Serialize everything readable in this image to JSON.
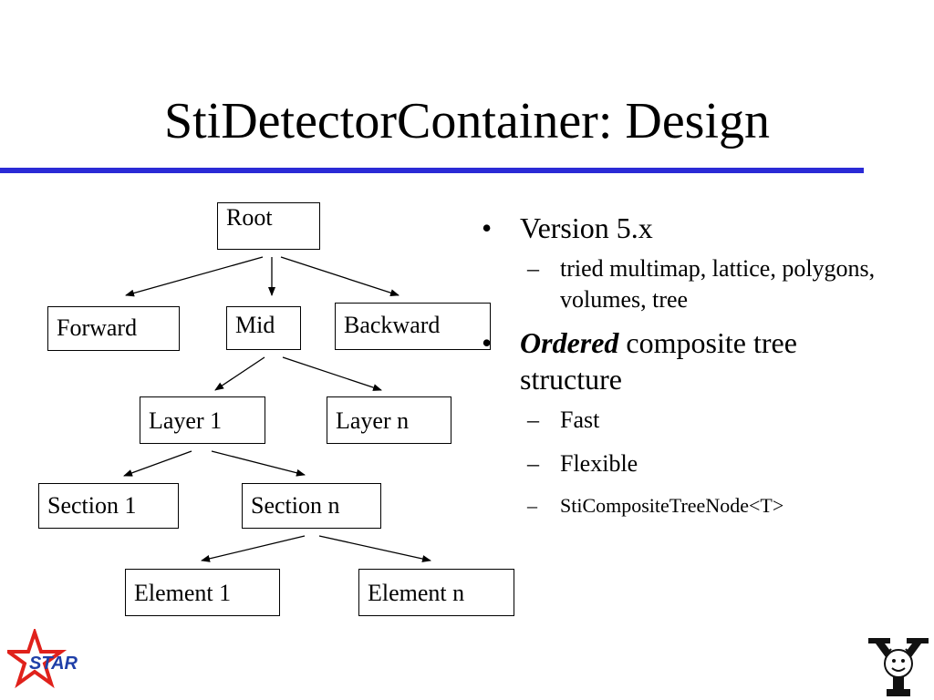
{
  "slide": {
    "title": "StiDetectorContainer: Design"
  },
  "diagram": {
    "nodes": {
      "root": "Root",
      "forward": "Forward",
      "mid": "Mid",
      "backward": "Backward",
      "layer1": "Layer 1",
      "layern": "Layer n",
      "section1": "Section 1",
      "sectionn": "Section n",
      "element1": "Element 1",
      "elementn": "Element n"
    }
  },
  "bullets": {
    "b1": {
      "marker": "•",
      "text": "Version 5.x",
      "sub": [
        {
          "marker": "–",
          "text": "tried multimap, lattice, polygons, volumes, tree"
        }
      ]
    },
    "b2": {
      "marker": "•",
      "emphasis": "Ordered",
      "text": " composite tree structure",
      "sub": [
        {
          "marker": "–",
          "text": "Fast"
        },
        {
          "marker": "–",
          "text": "Flexible"
        },
        {
          "marker": "–",
          "text": "StiCompositeTreeNode<T>"
        }
      ]
    }
  },
  "logos": {
    "left_text": "STAR",
    "left_icon": "star-logo-icon",
    "right_icon": "yale-bulldog-logo-icon"
  },
  "colors": {
    "rule": "#2b2bd6",
    "star_red": "#e0211b",
    "star_blue": "#1f3fa8"
  }
}
